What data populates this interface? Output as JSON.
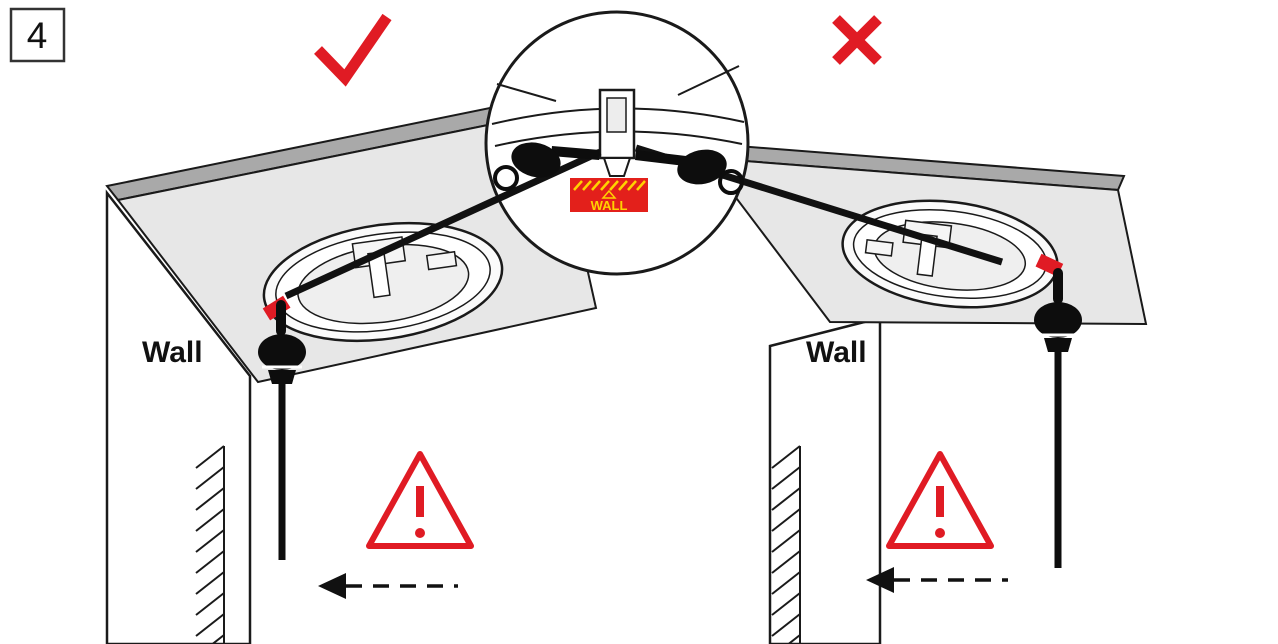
{
  "figure": {
    "step_number": "4"
  },
  "left_scene": {
    "verdict": "correct",
    "verdict_icon": "check-icon",
    "wall_label": "Wall"
  },
  "right_scene": {
    "verdict": "incorrect",
    "verdict_icon": "cross-icon",
    "wall_label": "Wall"
  },
  "magnifier": {
    "sticker_label": "WALL"
  },
  "icons": {
    "check": "✓",
    "cross": "✕",
    "warning": "red triangle with exclamation mark",
    "pointing_hand": "black pointing-hand silhouette",
    "distance_arrow": "dashed leftward arrow"
  },
  "colors": {
    "accent_red": "#e01b24",
    "sticker_red": "#e3201b",
    "sticker_yellow": "#ffd200",
    "tile_gray": "#e7e7e7",
    "edge_gray": "#a9a9a9",
    "line_black": "#111111",
    "background": "#ffffff"
  }
}
